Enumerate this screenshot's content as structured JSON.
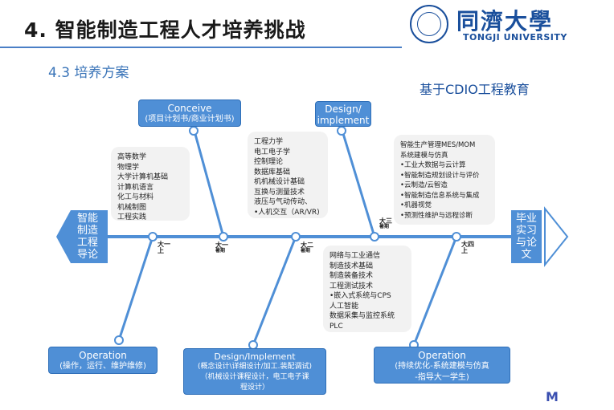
{
  "header": {
    "title": "4. 智能制造工程人才培养挑战",
    "subtitle": "4.3 培养方案",
    "cdio_caption": "基于CDIO工程教育"
  },
  "logo": {
    "cn_name": "同濟大學",
    "en_name": "TONGJI UNIVERSITY"
  },
  "diagram": {
    "start_label": [
      "智能",
      "制造",
      "工程",
      "导论"
    ],
    "end_label": [
      "毕业",
      "实习",
      "与论",
      "文"
    ],
    "top_boxes": [
      {
        "lines": [
          "Conceive",
          "(项目计划书/商业计划书)"
        ]
      },
      {
        "lines": [
          "Design/",
          "implement"
        ]
      }
    ],
    "bottom_boxes": [
      {
        "lines": [
          "Operation",
          "(操作，运行、维护维修)"
        ]
      },
      {
        "lines": [
          "Design/Implement",
          "(概念设计\\详细设计/加工.装配调试)",
          "（机械设计课程设计，电工电子课",
          "程设计）"
        ]
      },
      {
        "lines": [
          "Operation",
          "(持续优化-系统建模与仿真",
          "-指导大一学生)"
        ]
      }
    ],
    "year_labels": [
      {
        "text": "大一",
        "text2": "上"
      },
      {
        "text": "大一",
        "text2": "暑期"
      },
      {
        "text": "大二",
        "text2": "暑期"
      },
      {
        "text": "大三",
        "text2": "暑期"
      },
      {
        "text": "大四",
        "text2": "上"
      }
    ],
    "course_lists": [
      [
        "高等数学",
        "物理学",
        "大学计算机基础",
        "计算机语言",
        "化工与材料",
        "机械制图",
        "工程实践"
      ],
      [
        "工程力学",
        "电工电子学",
        "控制理论",
        "数据库基础",
        "机机械设计基础",
        "互换与测量技术",
        "液压与气动传动、",
        "•人机交互（AR/VR)"
      ],
      [
        "网络与工业通信",
        "制造技术基础",
        "制造装备技术",
        "工程测试技术",
        "•嵌入式系统与CPS",
        "人工智能",
        "数据采集与监控系统",
        "PLC"
      ],
      [
        "智能生产管理MES/MOM",
        "系统建模与仿真",
        "•工业大数据与云计算",
        "•智能制造规划设计与评价",
        "•云制造/云智造",
        "•智能制造信息系统与集成",
        "•机器视觉",
        "•预测性维护与远程诊断"
      ]
    ]
  },
  "colors": {
    "accent_blue": "#4f8fd6",
    "title_rule": "#4a7fc6",
    "brand_blue": "#1a4f9c"
  },
  "watermark": {
    "glyph": "M"
  }
}
